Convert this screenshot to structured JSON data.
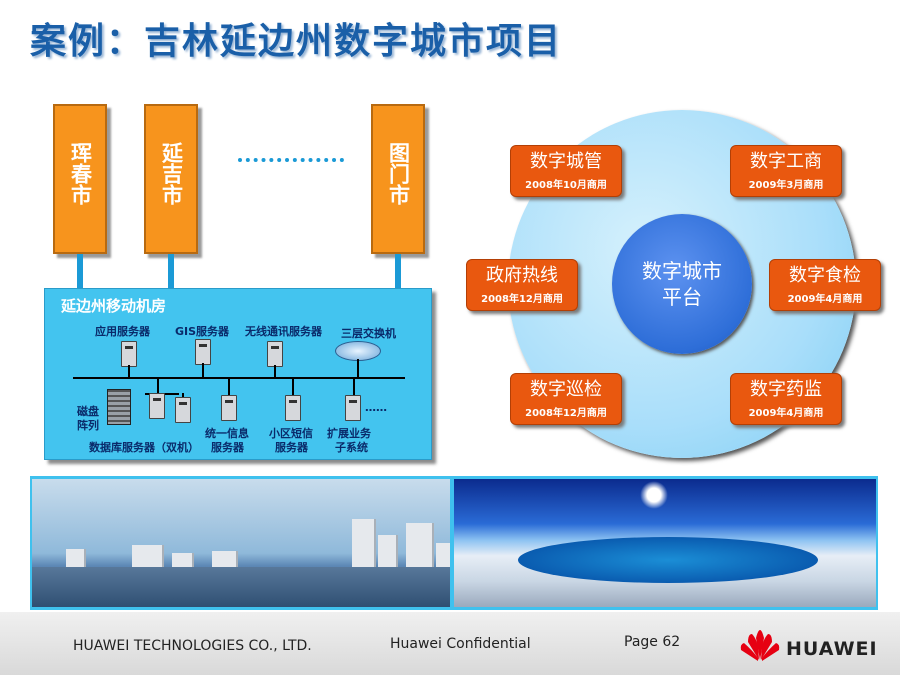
{
  "title": "案例：吉林延边州数字城市项目",
  "cities": [
    "珲春市",
    "延吉市",
    "图门市"
  ],
  "room": {
    "title": "延边州移动机房",
    "labels": {
      "app_server": "应用服务器",
      "gis_server": "GIS服务器",
      "wireless_server": "无线通讯服务器",
      "switch": "三层交换机",
      "disk_array_1": "磁盘",
      "disk_array_2": "阵列",
      "db_server": "数据库服务器（双机）",
      "unified_info_1": "统一信息",
      "unified_info_2": "服务器",
      "sms_1": "小区短信",
      "sms_2": "服务器",
      "ext_1": "扩展业务",
      "ext_2": "子系统",
      "ellipsis": "……"
    }
  },
  "platform": {
    "line1": "数字城市",
    "line2": "平台",
    "services": [
      {
        "name": "数字城管",
        "date": "2008年10月商用"
      },
      {
        "name": "数字工商",
        "date": "2009年3月商用"
      },
      {
        "name": "政府热线",
        "date": "2008年12月商用"
      },
      {
        "name": "数字食检",
        "date": "2009年4月商用"
      },
      {
        "name": "数字巡检",
        "date": "2008年12月商用"
      },
      {
        "name": "数字药监",
        "date": "2009年4月商用"
      }
    ]
  },
  "footer": {
    "company": "HUAWEI TECHNOLOGIES CO., LTD.",
    "confidential": "Huawei Confidential",
    "page": "Page 62",
    "brand": "HUAWEI"
  },
  "colors": {
    "title": "#1a5fa8",
    "pillar": "#f7941d",
    "room": "#43c4ef",
    "badge": "#e9580f",
    "platform": "#2e6ed8"
  }
}
